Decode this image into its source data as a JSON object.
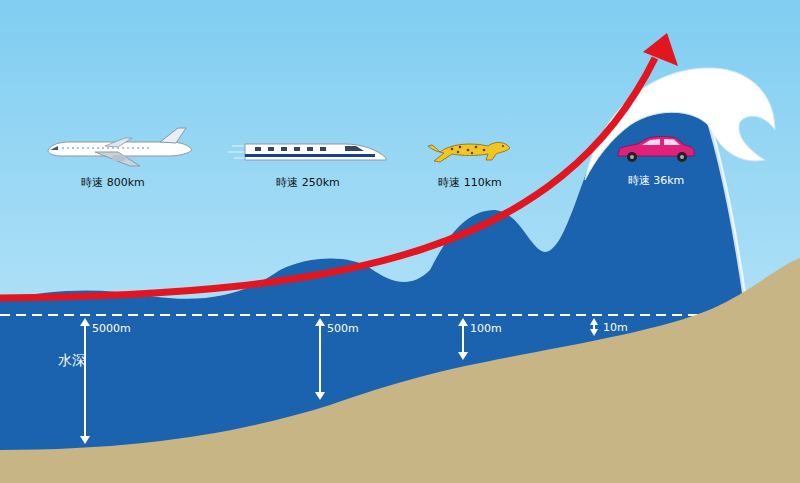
{
  "diagram": {
    "labels": [
      "時速 800km",
      "時速 250km",
      "時速 110km",
      "時速 36km",
      "5000m",
      "500m",
      "100m",
      "10m",
      "水深"
    ]
  }
}
